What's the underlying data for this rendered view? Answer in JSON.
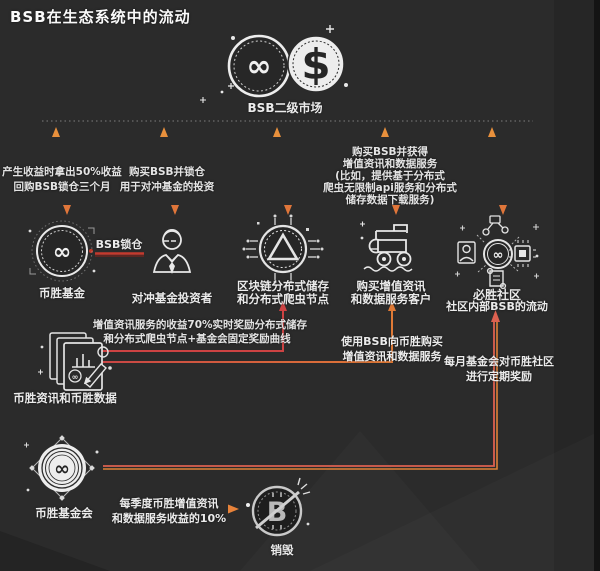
{
  "title": "BSB在生态系统中的流动",
  "market": {
    "label": "BSB二级市场"
  },
  "glyphs": {
    "infinity": "∞",
    "dollar": "$",
    "burn_b": "B"
  },
  "nodes": {
    "fund": {
      "label": "币胜基金"
    },
    "investor": {
      "label": "对冲基金投资者"
    },
    "blockchain": {
      "line1": "区块链分布式储存",
      "line2": "和分布式爬虫节点"
    },
    "customer": {
      "line1": "购买增值资讯",
      "line2": "和数据服务客户"
    },
    "community": {
      "line1": "必胜社区",
      "line2": "社区内部BSB的流动"
    },
    "docs": {
      "label": "币胜资讯和币胜数据"
    },
    "foundation": {
      "label": "币胜基金会"
    },
    "burn": {
      "label": "销毁"
    }
  },
  "annotations": {
    "bsb_lock": "BSB锁仓",
    "buyback": {
      "line1": "产生收益时拿出50%收益",
      "line2": "回购BSB锁仓三个月"
    },
    "hedge_invest": {
      "line1": "购买BSB并锁仓",
      "line2": "用于对冲基金的投资"
    },
    "buy_services": {
      "line1": "购买BSB并获得",
      "line2": "增值资讯和数据服务",
      "line3": "(比如，提供基于分布式",
      "line4": "爬虫无限制api服务和分布式",
      "line5": "储存数据下载服务)"
    },
    "reward_nodes": {
      "line1": "增值资讯服务的收益70%实时奖励分布式储存",
      "line2": "和分布式爬虫节点+基金会固定奖励曲线"
    },
    "use_bsb": {
      "line1": "使用BSB向币胜购买",
      "line2": "增值资讯和数据服务"
    },
    "monthly": {
      "line1": "每月基金会对币胜社区",
      "line2": "进行定期奖励"
    },
    "quarterly": {
      "line1": "每季度币胜增值资讯",
      "line2": "和数据服务收益的10%"
    }
  },
  "icons": [
    "bsb-coin-icon",
    "dollar-coin-icon",
    "fund-coin-icon",
    "investor-icon",
    "blockchain-chip-icon",
    "excavator-icon",
    "community-cluster-icon",
    "documents-icon",
    "foundation-coin-icon",
    "burn-icon"
  ],
  "colors": {
    "background": "#2b2b2b",
    "arrow_up": "#e08334",
    "arrow_down": "#dd6150",
    "line_red": "#ce4343",
    "line_orange": "#df7a36",
    "underline_red": "#b8352b",
    "text": "#ebebeb"
  }
}
